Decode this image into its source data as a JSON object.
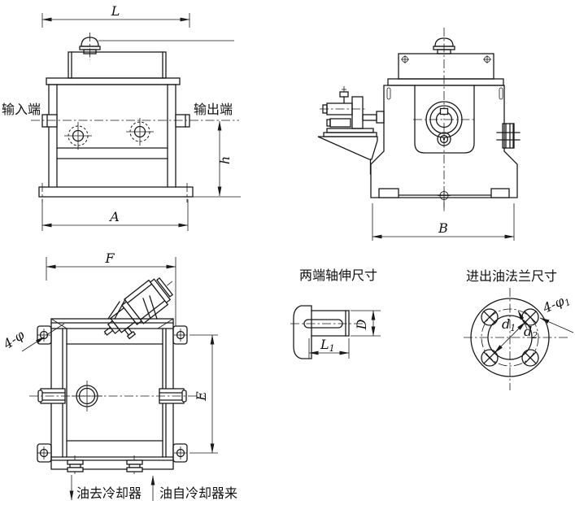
{
  "drawing": {
    "front_view": {
      "input_label": "输入端",
      "output_label": "输出端",
      "dim_L": "L",
      "dim_A": "A",
      "dim_h": "h"
    },
    "side_view": {
      "dim_B": "B"
    },
    "plan_view": {
      "dim_F": "F",
      "dim_E": "E",
      "mount_holes_label": "4-φ",
      "oil_to_cooler": "油去冷却器",
      "oil_from_cooler": "油自冷却器来"
    },
    "shaft_detail": {
      "title": "两端轴伸尺寸",
      "dim_L1_base": "L",
      "dim_L1_sub": "1",
      "dim_D": "D"
    },
    "flange_detail": {
      "title": "进出油法兰尺寸",
      "dim_d1_base": "d",
      "dim_d1_sub": "1",
      "dim_d2_base": "d",
      "dim_d2_sub": "2",
      "bolt_holes_base": "4-φ",
      "bolt_holes_sub": "1"
    }
  }
}
